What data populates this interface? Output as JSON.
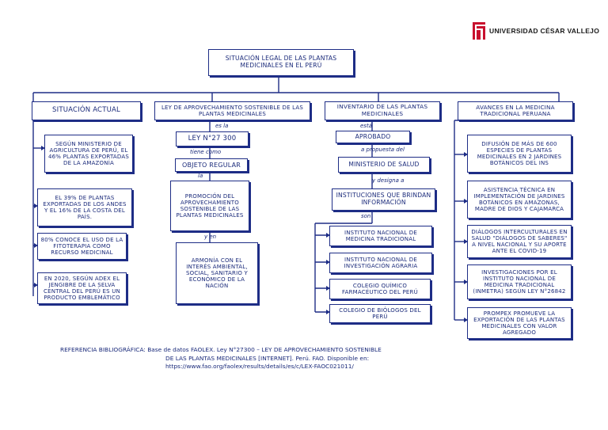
{
  "brand": {
    "name": "UNIVERSIDAD CÉSAR VALLEJO",
    "accent": "#c8102e",
    "ink": "#1e2d86"
  },
  "title": "SITUACIÓN LEGAL DE LAS PLANTAS MEDICINALES EN EL PERÚ",
  "columns": {
    "situacion": {
      "header": "SITUACIÓN ACTUAL",
      "items": [
        "SEGÚN MINISTERIO DE AGRICULTURA DE PERÚ, EL 46% PLANTAS EXPORTADAS DE LA AMAZONÍA",
        "EL 39% DE PLANTAS EXPORTADAS DE LOS ANDES Y EL 16% DE LA COSTA DEL PAÍS.",
        "80% CONOCE EL USO DE LA FITOTERAPIA COMO RECURSO MEDICINAL",
        "EN 2020, SEGÚN ADEX EL JENGIBRE DE LA SELVA CENTRAL DEL PERÚ ES UN PRODUCTO EMBLEMÁTICO"
      ]
    },
    "ley": {
      "header": "LEY DE APROVECHAMIENTO SOSTENIBLE DE LAS PLANTAS MEDICINALES",
      "connector_1": "es la",
      "ley_box": "LEY N°27 300",
      "connector_2": "tiene como",
      "objeto_box": "OBJETO REGULAR",
      "connector_3": "la",
      "promocion_box": "PROMOCIÓN DEL APROVECHAMIENTO SOSTENIBLE DE LAS PLANTAS MEDICINALES",
      "connector_4": "y en",
      "armonia_box": "ARMONÍA CON EL INTERÉS AMBIENTAL, SOCIAL, SANITARIO Y ECONÓMICO DE LA NACIÓN"
    },
    "inventario": {
      "header": "INVENTARIO DE LAS PLANTAS MEDICINALES",
      "connector_1": "está",
      "aprobado_box": "APROBADO",
      "connector_2": "a propuesta del",
      "ministerio_box": "MINISTERIO DE SALUD",
      "connector_3": "y designa a",
      "instituciones_box": "INSTITUCIONES QUE BRINDAN INFORMACIÓN",
      "connector_4": "son",
      "items": [
        "INSTITUTO NACIONAL DE MEDICINA TRADICIONAL",
        "INSTITUTO NACIONAL DE INVESTIGACIÓN AGRARIA",
        "COLEGIO QUÍMICO FARMACÉUTICO DEL PERÚ",
        "COLEGIO DE BIÓLOGOS DEL PERÚ"
      ]
    },
    "avances": {
      "header": "AVANCES EN LA MEDICINA TRADICIONAL PERUANA",
      "items": [
        "DIFUSIÓN DE MÁS DE 600 ESPECIES DE PLANTAS MEDICINALES EN 2 JARDINES BOTÁNICOS DEL INS",
        "ASISTENCIA TÉCNICA EN IMPLEMENTACIÓN DE JARDINES BOTÁNICOS EN AMAZONAS, MADRE DE DIOS Y CAJAMARCA",
        "DIÁLOGOS INTERCULTURALES EN SALUD \"DIÁLOGOS DE SABERES\" A NIVEL NACIONAL Y SU APORTE ANTE EL COVID-19",
        "INVESTIGACIONES POR EL INSTITUTO NACIONAL DE MEDICINA TRADICIONAL (INMETRA) SEGÚN LEY N°26842",
        "PROMPEX PROMUEVE LA EXPORTACIÓN DE LAS PLANTAS MEDICINALES CON VALOR AGREGADO"
      ]
    }
  },
  "reference": {
    "line1": "REFERENCIA BIBLIOGRÁFICA: Base de datos FAOLEX. Ley N°27300 – LEY DE APROVECHAMIENTO SOSTENIBLE",
    "line2": "DE LAS PLANTAS MEDICINALES [INTERNET]. Perú. FAO. Disponible en:",
    "line3": "https://www.fao.org/faolex/results/details/es/c/LEX-FAOC021011/"
  }
}
